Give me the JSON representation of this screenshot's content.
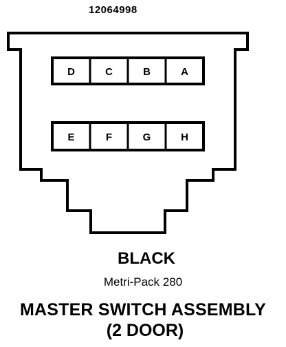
{
  "part_number": "12064998",
  "color": "BLACK",
  "series": "Metri-Pack 280",
  "title_line1": "MASTER SWITCH ASSEMBLY",
  "title_line2": "(2 DOOR)",
  "top_row_pins": [
    "D",
    "C",
    "B",
    "A"
  ],
  "bottom_row_pins": [
    "E",
    "F",
    "G",
    "H"
  ]
}
